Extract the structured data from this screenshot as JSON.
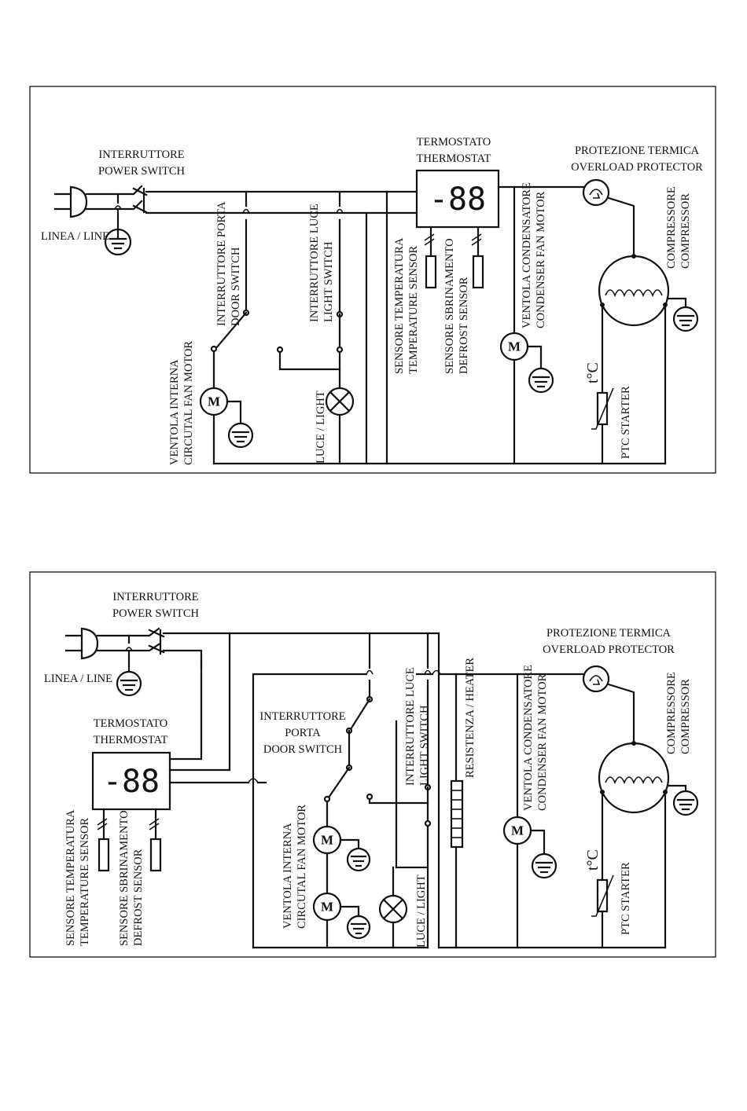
{
  "diagram_top": {
    "power_switch": [
      "INTERRUTTORE",
      "POWER SWITCH"
    ],
    "line": "LINEA / LINE",
    "door_switch": [
      "INTERRUTTORE PORTA",
      "DOOR SWITCH"
    ],
    "light_switch": [
      "INTERRUTTORE LUCE",
      "LIGHT  SWITCH"
    ],
    "thermostat": [
      "TERMOSTATO",
      "THERMOSTAT"
    ],
    "display": "-88",
    "temp_sensor": [
      "SENSORE TEMPERATURA",
      "TEMPERATURE SENSOR"
    ],
    "defrost_sensor": [
      "SENSORE SBRINAMENTO",
      "DEFROST SENSOR"
    ],
    "condenser_fan": [
      "VENTOLA CONDENSATORE",
      "CONDENSER FAN MOTOR"
    ],
    "overload": [
      "PROTEZIONE TERMICA",
      "OVERLOAD PROTECTOR"
    ],
    "compressor": [
      "COMPRESSORE",
      "COMPRESSOR"
    ],
    "ptc": "PTC STARTER",
    "tc": "t°C",
    "circ_fan": [
      "VENTOLA INTERNA",
      "CIRCUTAL FAN MOTOR"
    ],
    "light": "LUCE / LIGHT",
    "motor": "M"
  },
  "diagram_bottom": {
    "power_switch": [
      "INTERRUTTORE",
      "POWER SWITCH"
    ],
    "line": "LINEA / LINE",
    "thermostat": [
      "TERMOSTATO",
      "THERMOSTAT"
    ],
    "display": "-88",
    "temp_sensor": [
      "SENSORE TEMPERATURA",
      "TEMPERATURE SENSOR"
    ],
    "defrost_sensor": [
      "SENSORE SBRINAMENTO",
      "DEFROST SENSOR"
    ],
    "door_switch": [
      "INTERRUTTORE",
      "PORTA",
      "DOOR SWITCH"
    ],
    "circ_fan": [
      "VENTOLA INTERNA",
      "CIRCUTAL FAN MOTOR"
    ],
    "light_switch": [
      "INTERRUTTORE LUCE",
      "LIGHT SWITCH"
    ],
    "light": "LUCE / LIGHT",
    "heater": "RESISTENZA / HEATER",
    "condenser_fan": [
      "VENTOLA CONDENSATORE",
      "CONDENSER FAN MOTOR"
    ],
    "overload": [
      "PROTEZIONE TERMICA",
      "OVERLOAD PROTECTOR"
    ],
    "compressor": [
      "COMPRESSORE",
      "COMPRESSOR"
    ],
    "ptc": "PTC STARTER",
    "tc": "t°C",
    "motor": "M"
  }
}
